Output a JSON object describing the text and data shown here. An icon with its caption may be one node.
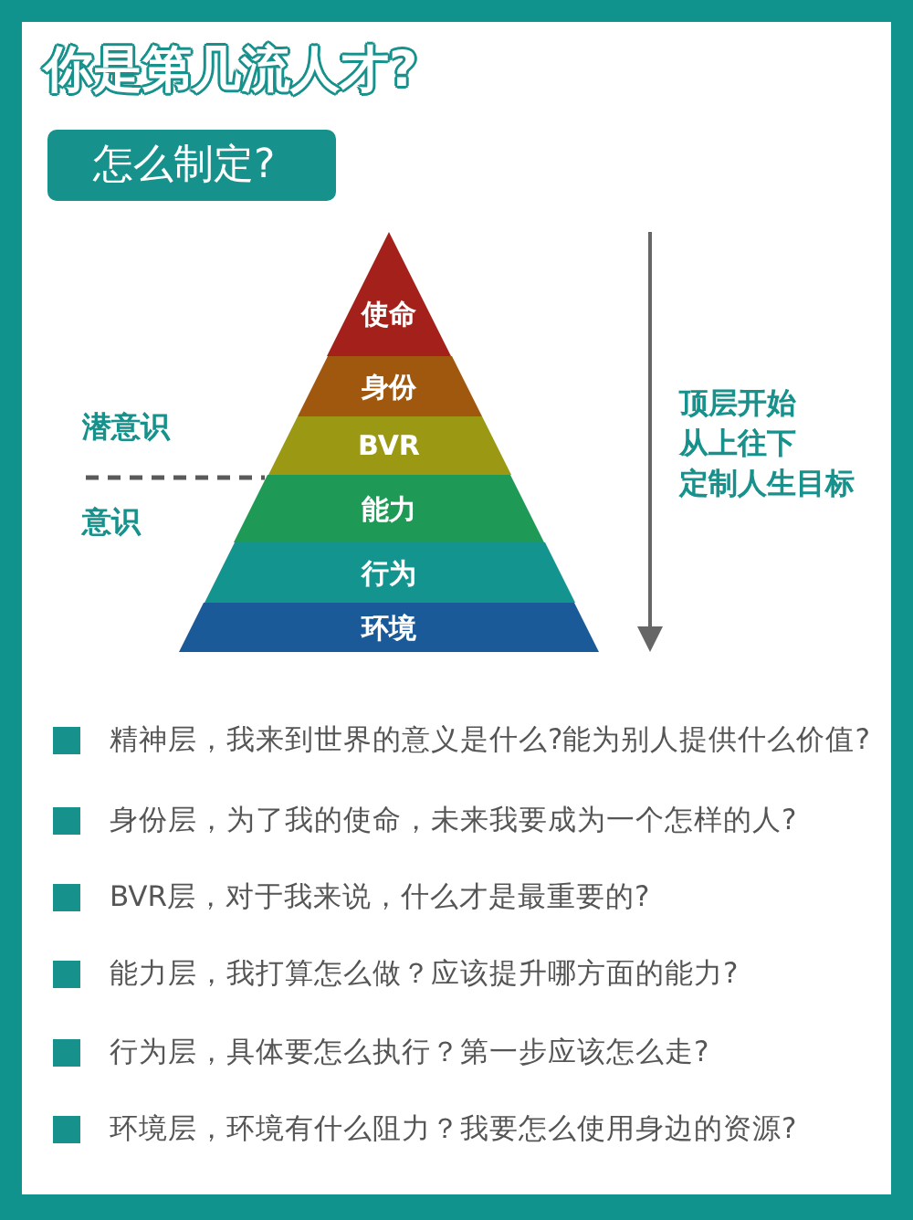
{
  "diagram": {
    "title": "你是第几流人才?",
    "nodes": [
      {
        "text": [
          "怎么制定?"
        ]
      },
      {
        "text": [
          "使命"
        ]
      },
      {
        "text": [
          "身份"
        ]
      },
      {
        "text": [
          "BVR"
        ]
      },
      {
        "text": [
          "能力"
        ]
      },
      {
        "text": [
          "行为"
        ]
      },
      {
        "text": [
          "环境"
        ]
      }
    ],
    "labels": [
      "潜意识",
      "意识",
      "顶层开始",
      "从上往下",
      "定制人生目标",
      "精神层，我来到世界的意义是什么?能为别人提供什么价值?",
      "身份层，为了我的使命，未来我要成为一个怎样的人?",
      "BVR层，对于我来说，什么才是最重要的?",
      "能力层，我打算怎么做？应该提升哪方面的能力?",
      "行为层，具体要怎么执行？第一步应该怎么走?",
      "环境层，环境有什么阻力？我要怎么使用身边的资源?"
    ]
  }
}
